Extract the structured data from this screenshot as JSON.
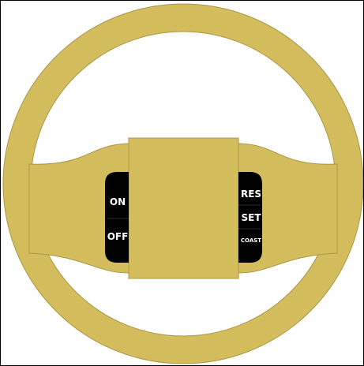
{
  "colors": {
    "wheel": "#d4bd5d",
    "wheel_edge": "#a99747",
    "control_panel": "#000000",
    "label_text": "#ffffff",
    "background": "#ffffff",
    "border": "#000000"
  },
  "left_controls": {
    "on_label": "ON",
    "off_label": "OFF"
  },
  "right_controls": {
    "res_label": "RES",
    "set_label": "SET",
    "coast_label": "COAST"
  }
}
